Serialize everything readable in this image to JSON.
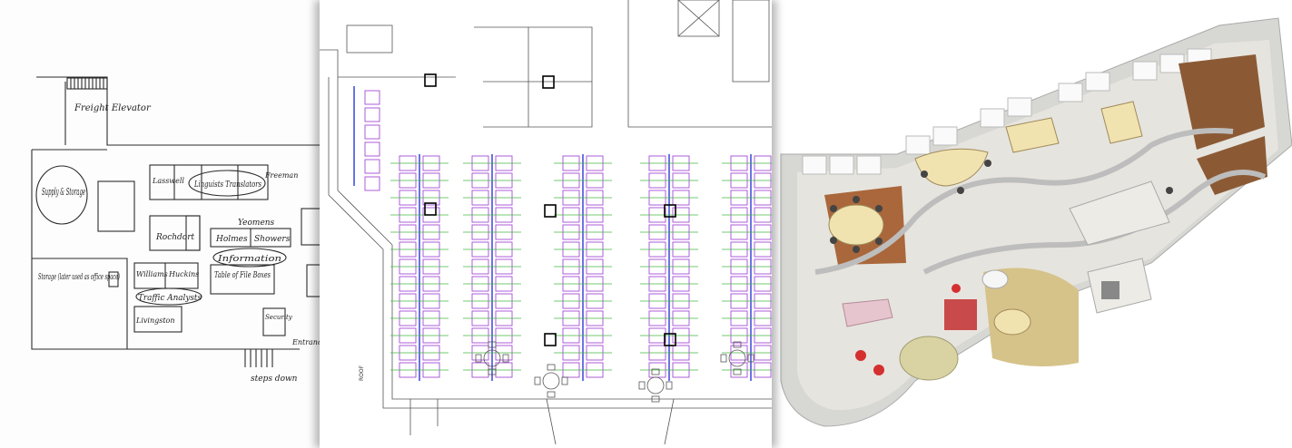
{
  "panels": {
    "sketch": {
      "labels": {
        "freight": "Freight Elevator",
        "supply": "Supply & Storage",
        "linguists": "Linguists Translators",
        "rochdort": "Rochdort",
        "yeomens": "Yeomens",
        "holmes": "Holmes",
        "showers": "Showers",
        "information": "Information",
        "table_files": "Table of File Boxes",
        "storage": "Storage (later used as office space)",
        "williams": "Williams",
        "huckins": "Huckins",
        "traffic": "Traffic Analysts",
        "livingston": "Livingston",
        "security": "Security",
        "entrance": "Entrance",
        "steps": "steps down",
        "lasswell": "Lasswell",
        "freeman": "Freeman"
      }
    },
    "cad": {
      "roof_label": "ROOF"
    }
  }
}
